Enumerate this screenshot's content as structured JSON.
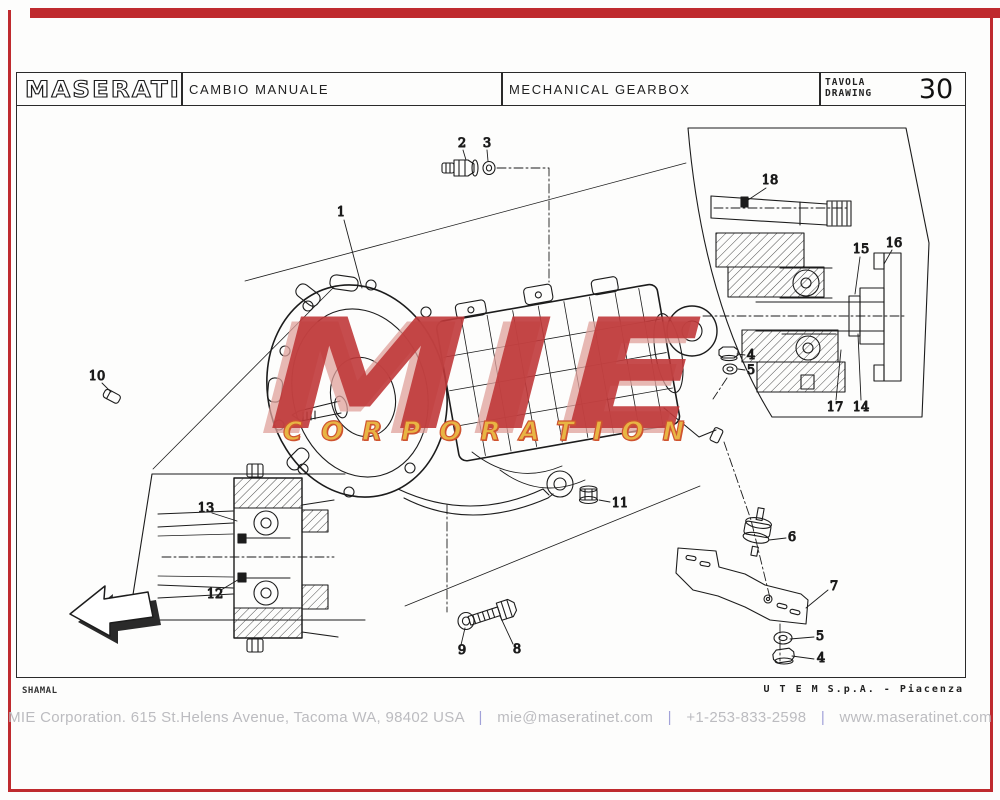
{
  "accents": {
    "frame_red": "#bf2a2e",
    "watermark_red": "#c0393a",
    "watermark_gold": "#e8b544",
    "watermark_outline": "#cf5430",
    "footer_gray": "#bcbcc0",
    "line_art": "#1c1c1c"
  },
  "header": {
    "logo": "MASERATI",
    "title_it": "CAMBIO MANUALE",
    "title_en": "MECHANICAL GEARBOX",
    "tavola_label": "TAVOLA",
    "drawing_label": "DRAWING",
    "drawing_number": "30"
  },
  "watermark": {
    "line1": "MIE",
    "line2": "CORPORATION"
  },
  "drawing": {
    "model": "SHAMAL",
    "credit": "U T E M  S.p.A. - Piacenza",
    "callouts": {
      "c1": "1",
      "c2": "2",
      "c3": "3",
      "c4a": "4",
      "c5a": "5",
      "c6": "6",
      "c7": "7",
      "c5b": "5",
      "c4b": "4",
      "c8": "8",
      "c9": "9",
      "c10": "10",
      "c11": "11",
      "c12": "12",
      "c13": "13",
      "c14": "14",
      "c15": "15",
      "c16": "16",
      "c17": "17",
      "c18": "18"
    }
  },
  "footer": {
    "company": "MIE Corporation.",
    "address": "615 St.Helens Avenue, Tacoma WA, 98402 USA",
    "email": "mie@maseratinet.com",
    "phone": "+1-253-833-2598",
    "website": "www.maseratinet.com",
    "separator": "|"
  }
}
